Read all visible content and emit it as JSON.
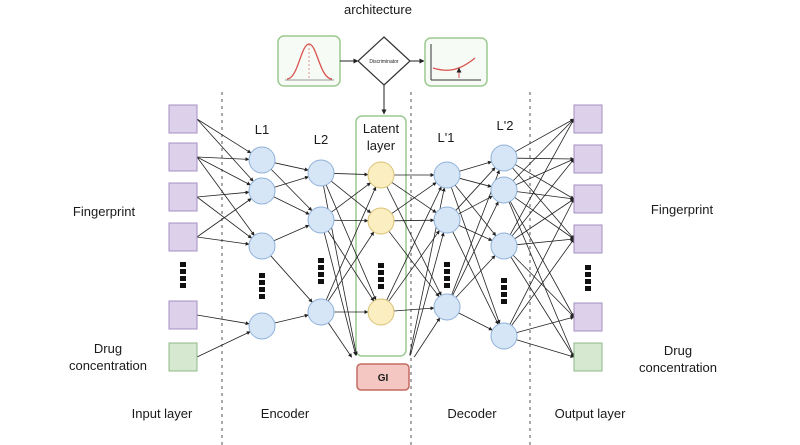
{
  "title": "architecture",
  "layers": {
    "L1": "L1",
    "L2": "L2",
    "latent": [
      "Latent",
      "layer"
    ],
    "L1p": "L'1",
    "L2p": "L'2"
  },
  "side_labels": {
    "left_fingerprint": "Fingerprint",
    "right_fingerprint": "Fingerprint",
    "left_drug": [
      "Drug",
      "concentration"
    ],
    "right_drug": [
      "Drug",
      "concentration"
    ]
  },
  "bottom_labels": {
    "input": "Input layer",
    "encoder": "Encoder",
    "decoder": "Decoder",
    "output": "Output layer"
  },
  "gi_label": "GI",
  "discriminator_label": "Discriminator",
  "colors": {
    "input_node": "#ddd0ea",
    "input_node_stroke": "#a58fc0",
    "drug_node": "#d6e9d0",
    "drug_node_stroke": "#8fb886",
    "hidden_node": "#d6e6f7",
    "hidden_node_stroke": "#8fb1d8",
    "latent_node": "#fbeec0",
    "latent_node_stroke": "#d9c177",
    "gi_fill": "#f4c7c3",
    "gi_stroke": "#c46a62",
    "green_box": "#9cc98f",
    "distribution_curve": "#d9534f"
  },
  "icons": [
    "distribution-icon",
    "discriminator-diamond-icon",
    "loss-plot-icon",
    "ellipsis-dots-icon"
  ]
}
